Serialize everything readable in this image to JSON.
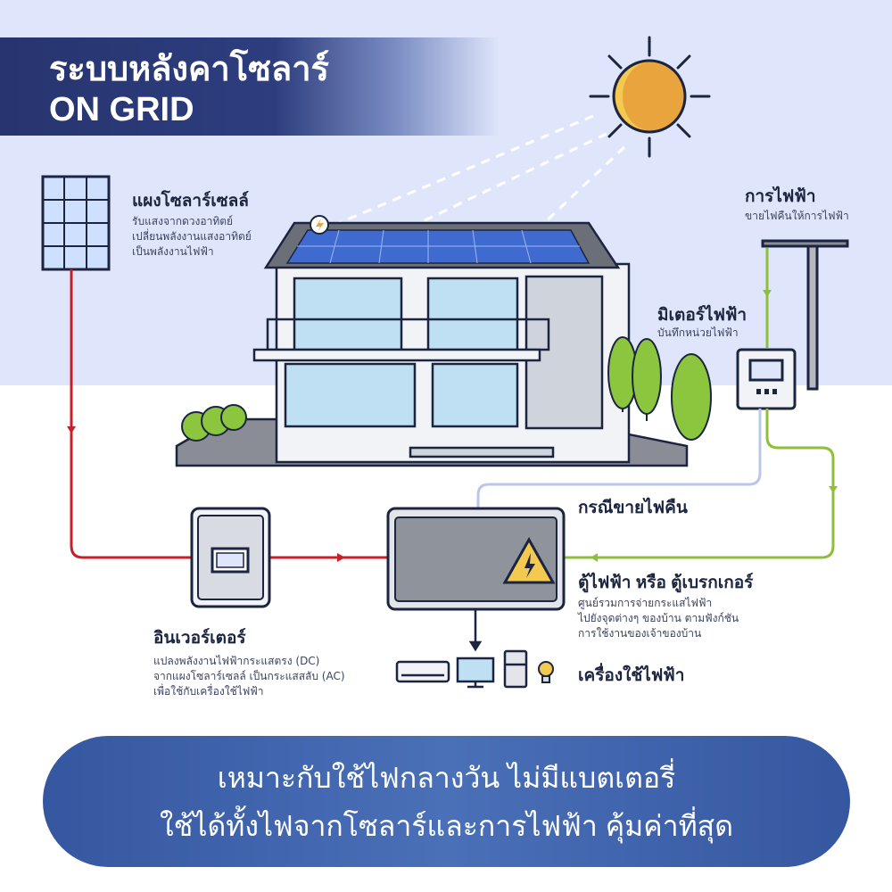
{
  "title": {
    "line1": "ระบบหลังคาโซลาร์",
    "line2": "ON GRID"
  },
  "solar_panel": {
    "heading": "แผงโซลาร์เซลล์",
    "desc": [
      "รับแสงจากดวงอาทิตย์",
      "เปลี่ยนพลังงานแสงอาทิตย์",
      "เป็นพลังงานไฟฟ้า"
    ]
  },
  "grid": {
    "heading": "การไฟฟ้า",
    "desc": "ขายไฟคืนให้การไฟฟ้า"
  },
  "meter": {
    "heading": "มิเตอร์ไฟฟ้า",
    "desc": "บันทึกหน่วยไฟฟ้า"
  },
  "sell_back": {
    "label": "กรณีขายไฟคืน"
  },
  "breaker": {
    "heading": "ตู้ไฟฟ้า หรือ ตู้เบรกเกอร์",
    "desc": [
      "ศูนย์รวมการจ่ายกระแสไฟฟ้า",
      "ไปยังจุดต่างๆ ของบ้าน ตามฟังก์ชัน",
      "การใช้งานของเจ้าของบ้าน"
    ]
  },
  "inverter": {
    "heading": "อินเวอร์เตอร์",
    "desc": [
      "แปลงพลังงานไฟฟ้ากระแสตรง (DC)",
      "จากแผงโซลาร์เซลล์ เป็นกระแสสลับ (AC)",
      "เพื่อใช้กับเครื่องใช้ไฟฟ้า"
    ]
  },
  "appliances": {
    "heading": "เครื่องใช้ไฟฟ้า"
  },
  "banner": {
    "line1": "เหมาะกับใช้ไฟกลางวัน ไม่มีแบตเตอรี่",
    "line2": "ใช้ได้ทั้งไฟจากโซลาร์และการไฟฟ้า คุ้มค่าที่สุด"
  },
  "colors": {
    "dc_line": "#c8202a",
    "grid_line": "#8fbf3a",
    "sell_line": "#b9c8ea",
    "navy": "#27346f"
  }
}
